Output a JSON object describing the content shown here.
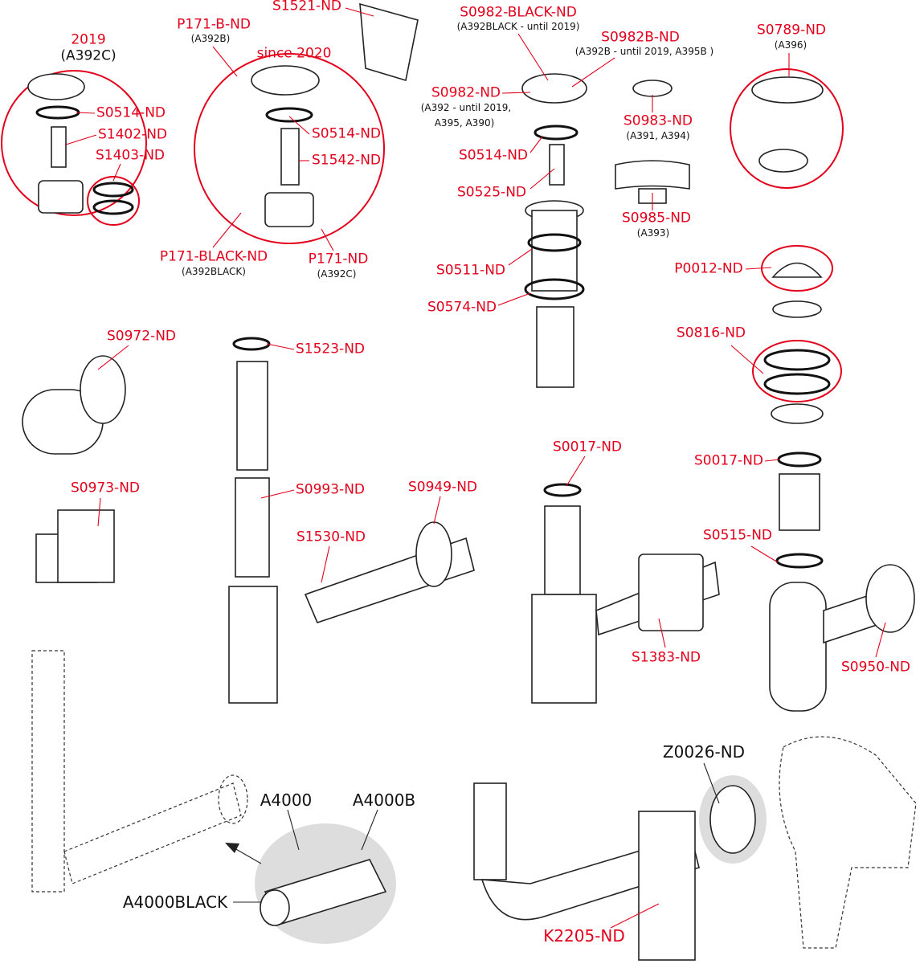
{
  "labels": [
    "2019",
    "(A392C)",
    "S0514-ND",
    "S1402-ND",
    "S1403-ND",
    "P171-B-ND",
    "(A392B)",
    "since 2020",
    "S0514-ND",
    "S1542-ND",
    "P171-BLACK-ND",
    "(A392BLACK)",
    "P171-ND",
    "(A392C)",
    "S1521-ND",
    "S0982-BLACK-ND",
    "(A392BLACK - until 2019)",
    "S0982B-ND",
    "(A392B - until 2019, A395B )",
    "S0982-ND",
    "(A392 - until 2019,",
    "A395, A390)",
    "S0514-ND",
    "S0525-ND",
    "S0511-ND",
    "S0574-ND",
    "S0983-ND",
    "(A391, A394)",
    "S0985-ND",
    "(A393)",
    "S0789-ND",
    "(A396)",
    "P0012-ND",
    "S0816-ND",
    "S0017-ND",
    "S0515-ND",
    "S0950-ND",
    "S0972-ND",
    "S0973-ND",
    "S1523-ND",
    "S0993-ND",
    "S1530-ND",
    "S0949-ND",
    "S0017-ND",
    "S1383-ND",
    "A4000",
    "A4000B",
    "A4000BLACK",
    "Z0026-ND",
    "K2205-ND"
  ],
  "colors": {
    "label_red": "#e3001b",
    "label_black": "#111111",
    "highlight_grey": "#dddddd"
  }
}
